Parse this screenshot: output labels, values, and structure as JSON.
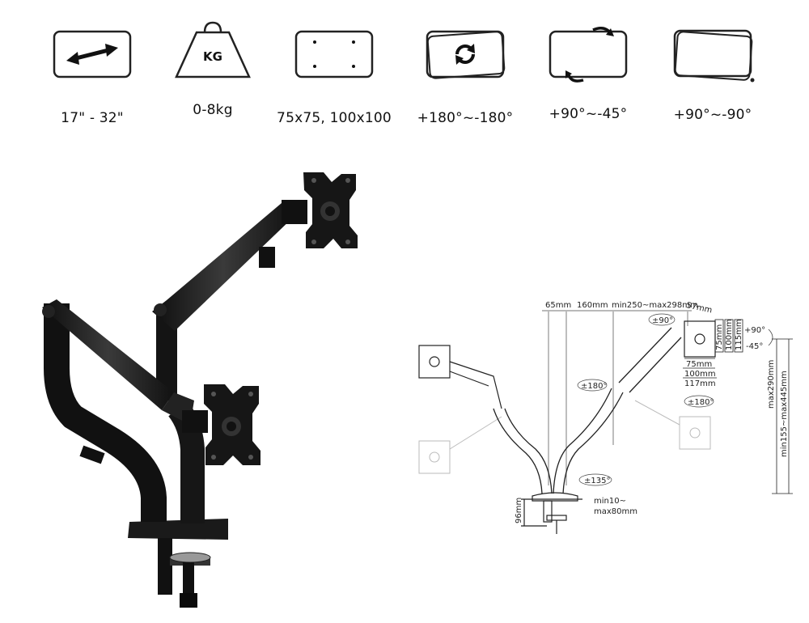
{
  "features": [
    {
      "icon": "double-arrow-icon",
      "label": "17\" - 32\""
    },
    {
      "icon": "weight-icon",
      "icon_text": "KG",
      "label": "0-8kg"
    },
    {
      "icon": "vesa-pattern-icon",
      "label": "75x75, 100x100"
    },
    {
      "icon": "rotate-icon",
      "label": "+180°~-180°"
    },
    {
      "icon": "swivel-icon",
      "label": "+90°~-45°"
    },
    {
      "icon": "tilt-icon",
      "label": "+90°~-90°"
    }
  ],
  "diagram": {
    "top_dims": [
      "65mm",
      "160mm",
      "min250~max298mm",
      "57mm"
    ],
    "angles": [
      "±90°",
      "±180°",
      "±180°",
      "±135°",
      "+90°",
      "-45°"
    ],
    "vesa_dims": [
      "75mm",
      "100mm",
      "115mm",
      "75mm",
      "100mm",
      "117mm"
    ],
    "height_dims": [
      "max290mm",
      "min155~max445mm"
    ],
    "clamp_dims": [
      "96mm",
      "min10~",
      "max80mm"
    ]
  }
}
